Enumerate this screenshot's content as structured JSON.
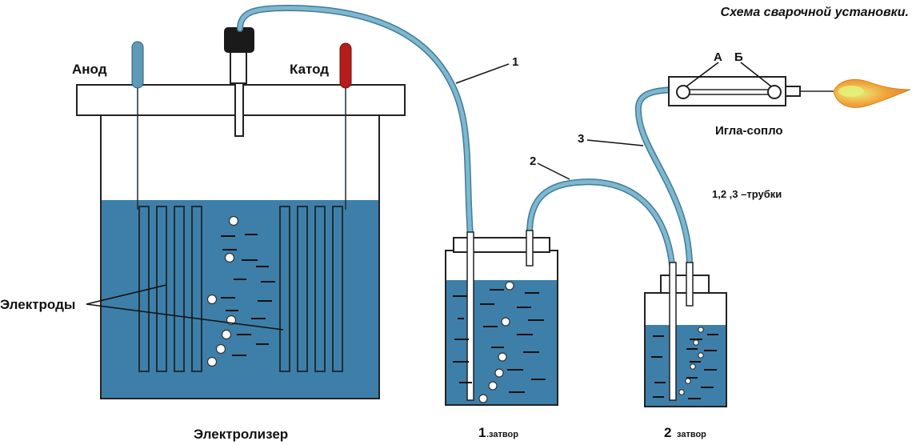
{
  "title": "Схема сварочной установки.",
  "labels": {
    "anode": "Анод",
    "cathode": "Катод",
    "electrodes": "Электроды",
    "electrolyzer": "Электролизер",
    "seal1_num": "1",
    "seal1_word": ".затвор",
    "seal2_num": "2",
    "seal2_word": "затвор",
    "nozzle": "Игла-сопло",
    "point_a": "А",
    "point_b": "Б",
    "tubes_note": "1,2 ,3 –трубки",
    "tube1": "1",
    "tube2": "2",
    "tube3": "3"
  },
  "colors": {
    "water": "#3d7fa8",
    "tube": "#7fb7cf",
    "tube_edge": "#3f7c9b",
    "anode_handle": "#5c9ab8",
    "cathode_handle": "#b51d1d",
    "stopper": "#1a1a1a",
    "flame": "#f2a33a",
    "flame_core": "#e6f07a"
  }
}
